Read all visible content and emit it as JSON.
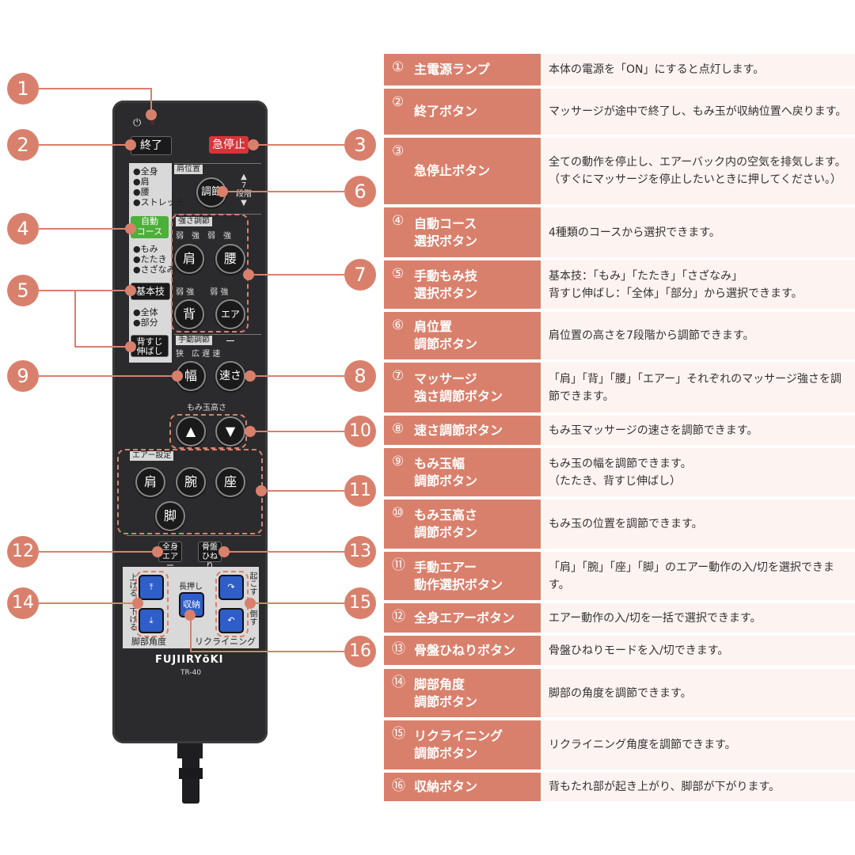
{
  "remote": {
    "brand": "FUJIIRYōKI",
    "model": "TR-40",
    "buttons": {
      "end": "終了",
      "emergency_stop": "急停止",
      "shoulder_adjust": "調節",
      "auto_course": "自動\nコース",
      "basic_tech": "基本技",
      "back_stretch": "背すじ\n伸ばし",
      "kata": "肩",
      "koshi": "腰",
      "se": "背",
      "air": "エアー",
      "width": "幅",
      "speed": "速さ",
      "up": "▲",
      "down": "▼",
      "air_kata": "肩",
      "air_ude": "腕",
      "air_za": "座",
      "air_kyaku": "脚",
      "zenshin_air": "全身\nエアー",
      "kotsuban": "骨盤\nひねり",
      "storage": "収納"
    },
    "labels": {
      "course_list": [
        "●全身",
        "●肩",
        "●腰",
        "●ストレッチ"
      ],
      "tech_list": [
        "●もみ",
        "●たたき",
        "●さざなみ"
      ],
      "stretch_list": [
        "●全体",
        "●部分"
      ],
      "shoulder_pos": "肩位置",
      "steps": "7\n段階",
      "strength": "強さ調節",
      "weak_strong_top": "弱　強　弱　強",
      "weak_strong_mid": "弱 強　　弱 強",
      "manual": "手動調節",
      "manual_sub": "狭　広 遅 速",
      "momi_height": "もみ玉高さ",
      "air_setting": "エアー設定",
      "long_press": "長押し",
      "raise": "上げる",
      "lower": "下げる",
      "leg_angle": "脚部角度",
      "wake": "起こす",
      "taosu": "倒す",
      "recline": "リクライニング"
    }
  },
  "callouts": [
    "1",
    "2",
    "3",
    "4",
    "5",
    "6",
    "7",
    "8",
    "9",
    "10",
    "11",
    "12",
    "13",
    "14",
    "15",
    "16"
  ],
  "table": [
    {
      "num": "①",
      "label": "主電源ランプ",
      "desc": "本体の電源を「ON」にすると点灯します。"
    },
    {
      "num": "②",
      "label": "終了ボタン",
      "desc": "マッサージが途中で終了し、もみ玉が収納位置へ戻ります。"
    },
    {
      "num": "③",
      "label": "急停止ボタン",
      "desc": "全ての動作を停止し、エアーバック内の空気を排気します。（すぐにマッサージを停止したいときに押してください。）"
    },
    {
      "num": "④",
      "label": "自動コース\n選択ボタン",
      "desc": "4種類のコースから選択できます。"
    },
    {
      "num": "⑤",
      "label": "手動もみ技\n選択ボタン",
      "desc": "基本技：「もみ」「たたき」「さざなみ」\n背すじ伸ばし：「全体」「部分」から選択できます。"
    },
    {
      "num": "⑥",
      "label": "肩位置\n調節ボタン",
      "desc": "肩位置の高さを7段階から調節できます。"
    },
    {
      "num": "⑦",
      "label": "マッサージ\n強さ調節ボタン",
      "desc": "「肩」「背」「腰」「エアー」それぞれのマッサージ強さを調節できます。"
    },
    {
      "num": "⑧",
      "label": "速さ調節ボタン",
      "desc": "もみ玉マッサージの速さを調節できます。"
    },
    {
      "num": "⑨",
      "label": "もみ玉幅\n調節ボタン",
      "desc": "もみ玉の幅を調節できます。\n（たたき、背すじ伸ばし）"
    },
    {
      "num": "⑩",
      "label": "もみ玉高さ\n調節ボタン",
      "desc": "もみ玉の位置を調節できます。"
    },
    {
      "num": "⑪",
      "label": "手動エアー\n動作選択ボタン",
      "desc": "「肩」「腕」「座」「脚」のエアー動作の入/切を選択できます。"
    },
    {
      "num": "⑫",
      "label": "全身エアーボタン",
      "desc": "エアー動作の入/切を一括で選択できます。"
    },
    {
      "num": "⑬",
      "label": "骨盤ひねりボタン",
      "desc": "骨盤ひねりモードを入/切できます。"
    },
    {
      "num": "⑭",
      "label": "脚部角度\n調節ボタン",
      "desc": "脚部の角度を調節できます。"
    },
    {
      "num": "⑮",
      "label": "リクライニング\n調節ボタン",
      "desc": "リクライニング角度を調節できます。"
    },
    {
      "num": "⑯",
      "label": "収納ボタン",
      "desc": "背もたれ部が起き上がり、脚部が下がります。"
    }
  ],
  "colors": {
    "accent": "#d9806c",
    "desc_bg": "#fdf3f1",
    "remote": "#2b2b2d",
    "blue_button": "#2f5ec8",
    "stop_red": "#d9333a",
    "auto_green": "#4caf3a"
  }
}
